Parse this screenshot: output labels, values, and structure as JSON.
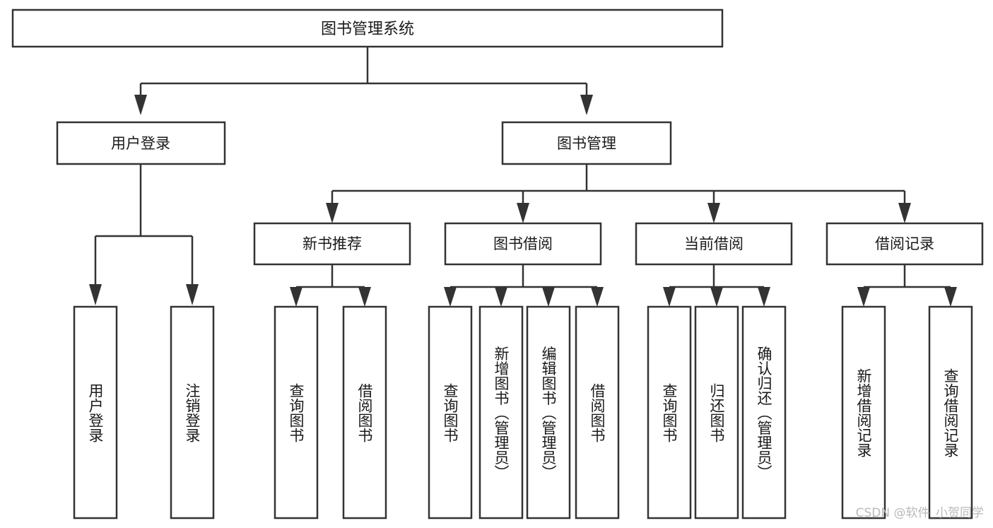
{
  "diagram": {
    "title": "图书管理系统",
    "type": "tree-hierarchy-diagram",
    "colors": {
      "stroke": "#333333",
      "fill": "#ffffff",
      "text": "#1a1a1a",
      "watermark": "#b9b9b9"
    }
  },
  "root": {
    "label": "图书管理系统"
  },
  "level2": {
    "user_login": "用户登录",
    "book_manage": "图书管理"
  },
  "level3": {
    "new_book_rec": "新书推荐",
    "book_borrow": "图书借阅",
    "current_borrow": "当前借阅",
    "borrow_record": "借阅记录"
  },
  "leaves": {
    "user_login_1": "用户登录",
    "user_login_2": "注销登录",
    "new_book_1": "查询图书",
    "new_book_2": "借阅图书",
    "borrow_1": "查询图书",
    "borrow_2": "新增图书（管理员）",
    "borrow_3": "编辑图书（管理员）",
    "borrow_4": "借阅图书",
    "current_1": "查询图书",
    "current_2": "归还图书",
    "current_3": "确认归还（管理员）",
    "record_1": "新增借阅记录",
    "record_2": "查询借阅记录"
  },
  "watermark": {
    "text": "CSDN @软件_小贺同学"
  }
}
